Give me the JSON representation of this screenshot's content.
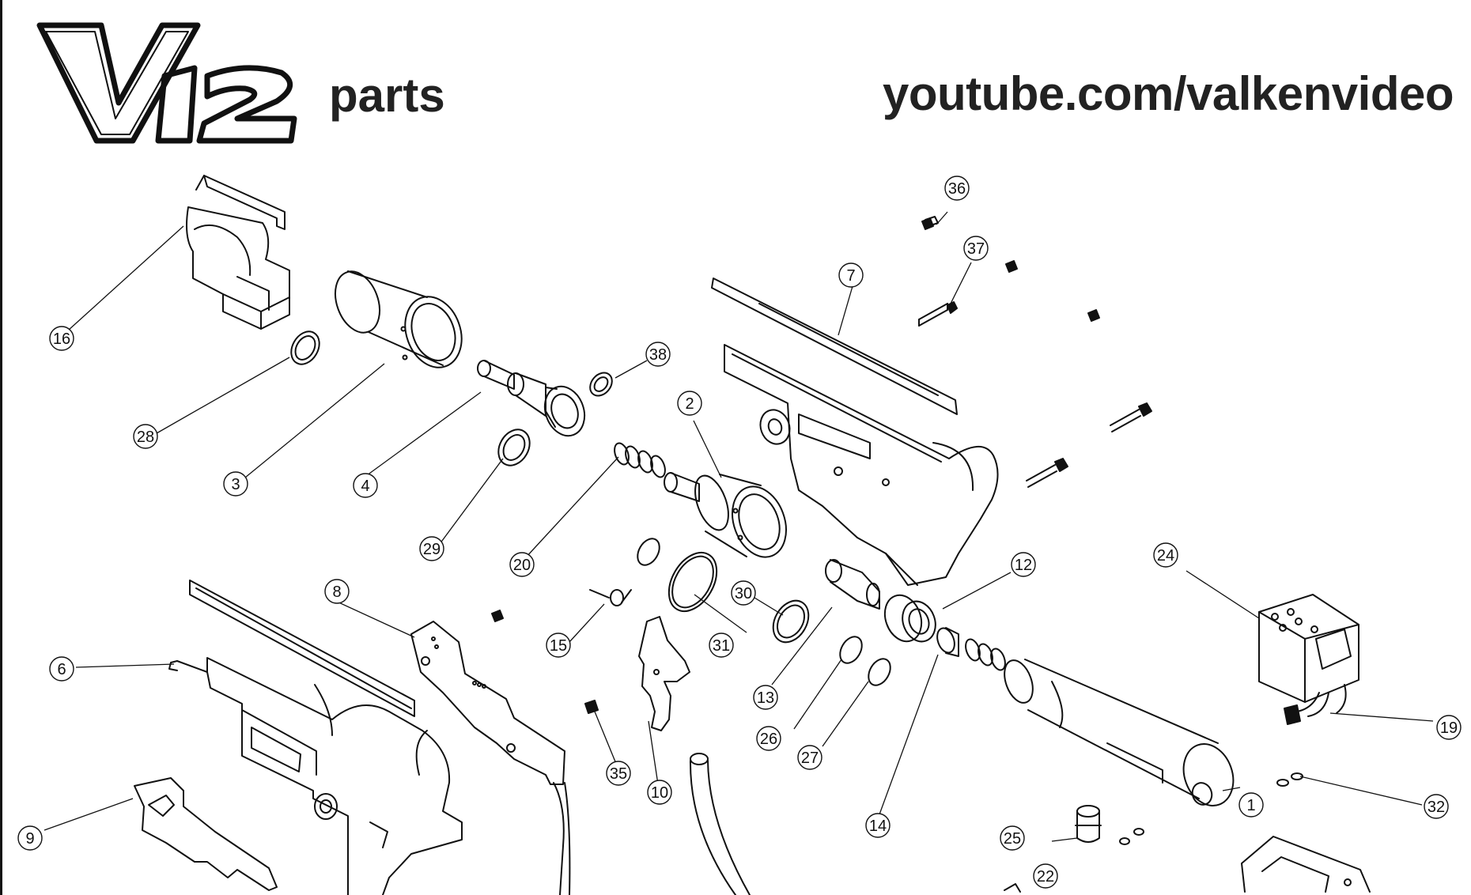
{
  "header": {
    "logo_text": "V12",
    "subtitle": "parts",
    "url": "youtube.com/valkenvideo"
  },
  "callouts": [
    "1",
    "2",
    "3",
    "4",
    "6",
    "7",
    "8",
    "9",
    "10",
    "12",
    "13",
    "14",
    "15",
    "16",
    "19",
    "20",
    "22",
    "24",
    "25",
    "26",
    "27",
    "28",
    "29",
    "30",
    "31",
    "32",
    "35",
    "36",
    "37",
    "38"
  ],
  "colors": {
    "ink": "#111111",
    "text": "#222222",
    "background": "#ffffff"
  }
}
